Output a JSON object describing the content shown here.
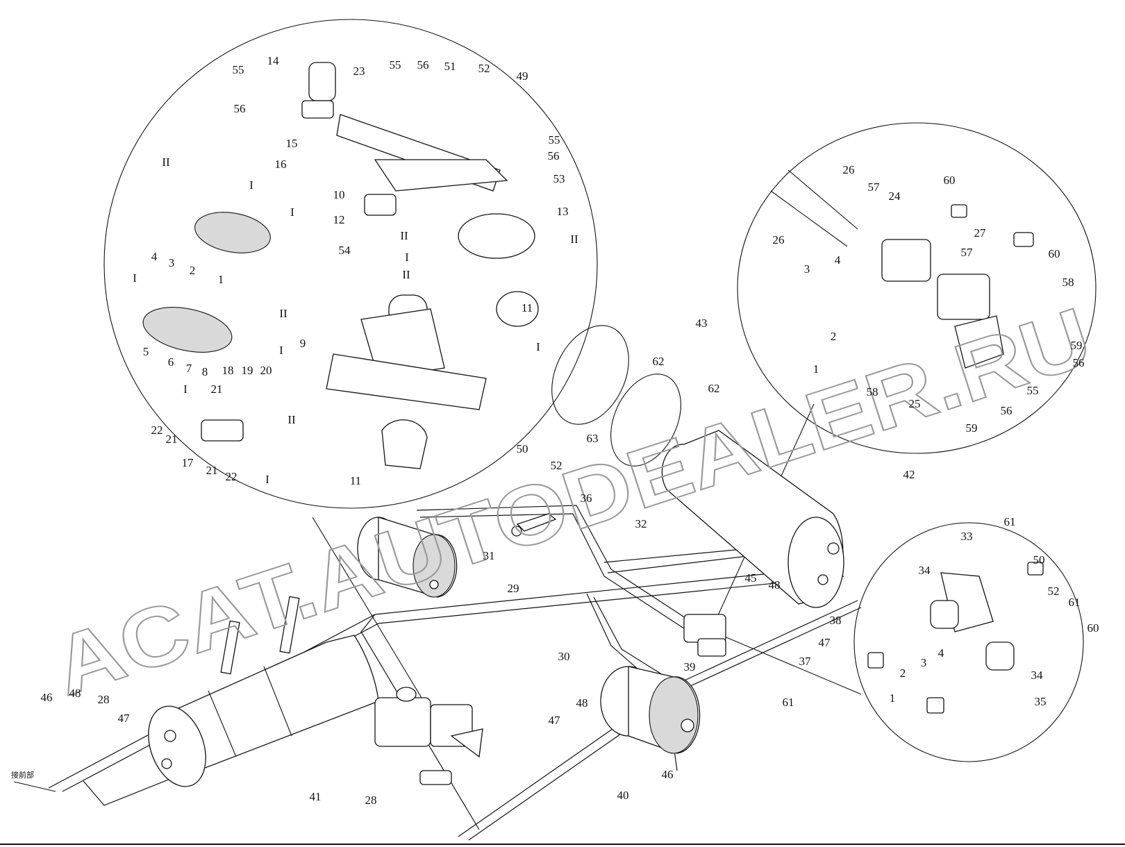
{
  "diagram": {
    "front_connection_text": "接前部",
    "watermark_text": "ACAT.AUTODEALER.RU",
    "labels": [
      "1",
      "2",
      "3",
      "4",
      "5",
      "6",
      "7",
      "8",
      "9",
      "10",
      "11",
      "12",
      "13",
      "14",
      "15",
      "16",
      "17",
      "18",
      "19",
      "20",
      "21",
      "22",
      "23",
      "24",
      "25",
      "26",
      "27",
      "28",
      "29",
      "30",
      "31",
      "32",
      "33",
      "34",
      "35",
      "36",
      "37",
      "38",
      "39",
      "40",
      "41",
      "42",
      "43",
      "45",
      "46",
      "47",
      "48",
      "49",
      "50",
      "51",
      "52",
      "53",
      "54",
      "55",
      "56",
      "57",
      "58",
      "59",
      "60",
      "61",
      "62",
      "63",
      "I",
      "II"
    ]
  }
}
